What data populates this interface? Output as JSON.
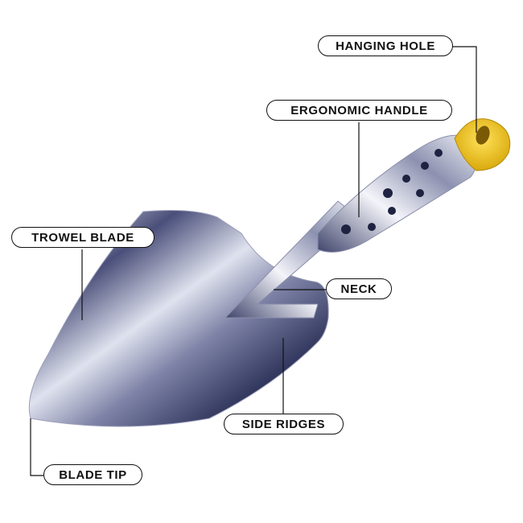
{
  "labels": {
    "hanging_hole": "HANGING HOLE",
    "ergonomic_handle": "ERGONOMIC HANDLE",
    "trowel_blade": "TROWEL BLADE",
    "neck": "NECK",
    "side_ridges": "SIDE RIDGES",
    "blade_tip": "BLADE TIP"
  },
  "colors": {
    "handle_cap": "#f2c318",
    "metal_dark": "#3a3f6a",
    "metal_light": "#e8eaf2",
    "label_border": "#111111"
  }
}
